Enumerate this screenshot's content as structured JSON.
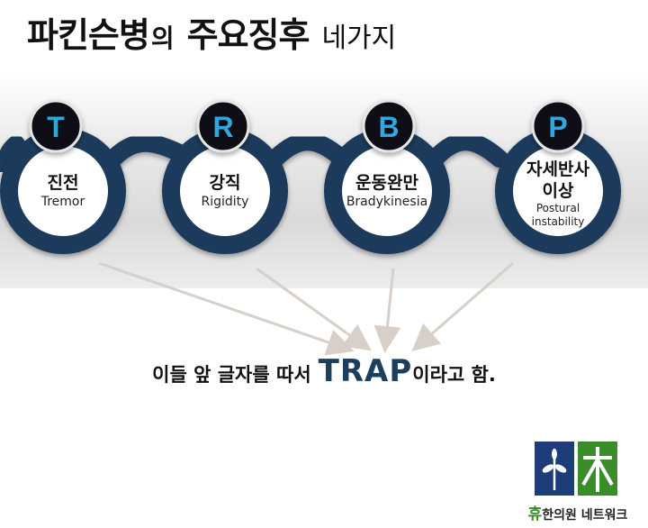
{
  "title": {
    "part1": "파킨슨병",
    "part2": "의",
    "part3": "주요징후",
    "part4": "네가지"
  },
  "nodes": [
    {
      "letter": "T",
      "korean": "진전",
      "english": "Tremor"
    },
    {
      "letter": "R",
      "korean": "강직",
      "english": "Rigidity"
    },
    {
      "letter": "B",
      "korean": "운동완만",
      "english": "Bradykinesia"
    },
    {
      "letter": "P",
      "korean_line1": "자세반사",
      "korean_line2": "이상",
      "english_line1": "Postural",
      "english_line2": "instability"
    }
  ],
  "caption": {
    "before": "이들 앞 글자를 따서",
    "acronym": "TRAP",
    "after": "이라고 함."
  },
  "org": {
    "mark": "휴",
    "name": "한의원 네트워크"
  },
  "colors": {
    "ribbon": "#1b3a5c",
    "letter_badge": "#0f0f12",
    "letter_text": "#2fa8e0",
    "acronym": "#1c3f5e",
    "logo_blue": "#1c3d7a",
    "logo_green": "#3b8c2a"
  },
  "icons": {
    "logo": "herb-tree-logo-icon",
    "arrow": "arrow-icon"
  }
}
